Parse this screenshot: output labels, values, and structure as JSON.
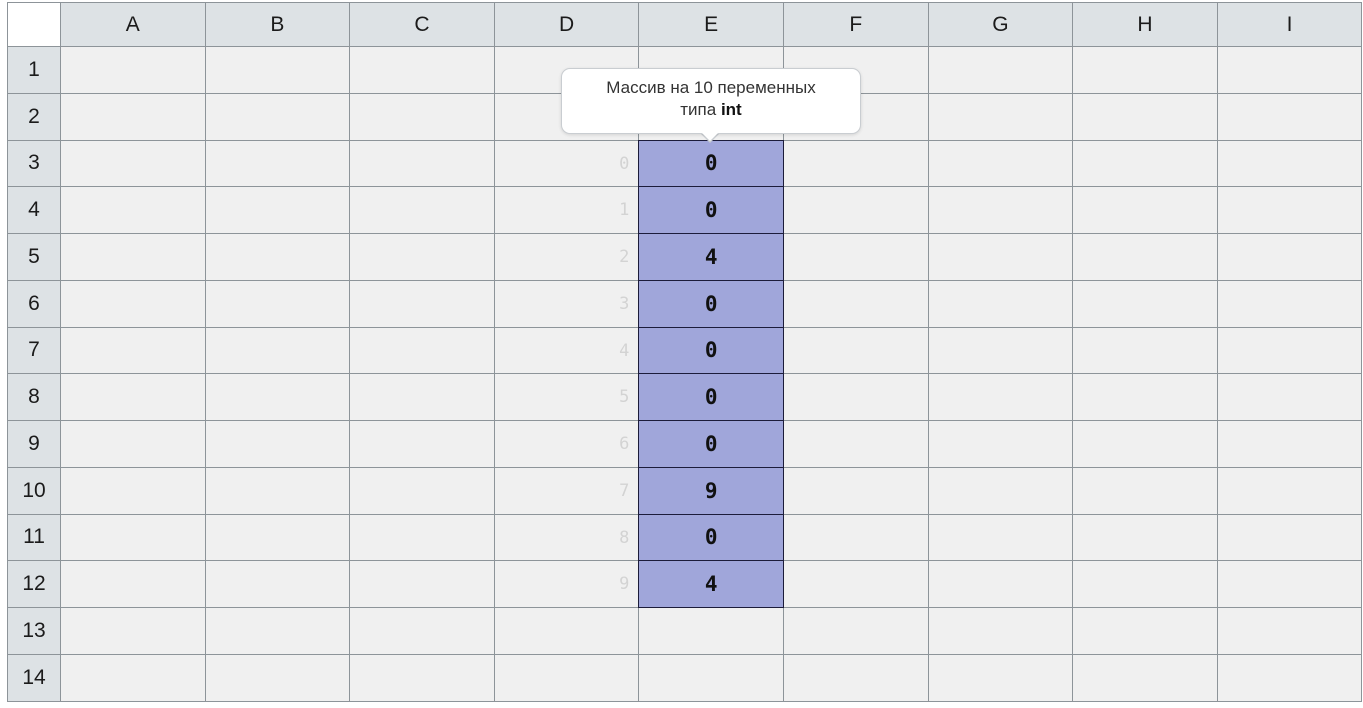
{
  "columns": [
    "A",
    "B",
    "C",
    "D",
    "E",
    "F",
    "G",
    "H",
    "I"
  ],
  "rows": [
    "1",
    "2",
    "3",
    "4",
    "5",
    "6",
    "7",
    "8",
    "9",
    "10",
    "11",
    "12",
    "13",
    "14"
  ],
  "tooltip": {
    "line1": "Массив на 10 переменных",
    "line2_prefix": "типа ",
    "line2_type": "int"
  },
  "array": {
    "indices": [
      "0",
      "1",
      "2",
      "3",
      "4",
      "5",
      "6",
      "7",
      "8",
      "9"
    ],
    "values": [
      "0",
      "0",
      "4",
      "0",
      "0",
      "0",
      "0",
      "9",
      "0",
      "4"
    ]
  },
  "colors": {
    "header_bg": "#dde2e5",
    "cell_bg": "#f0f0f0",
    "array_bg": "#a0a6da",
    "grid": "#8d9499"
  }
}
